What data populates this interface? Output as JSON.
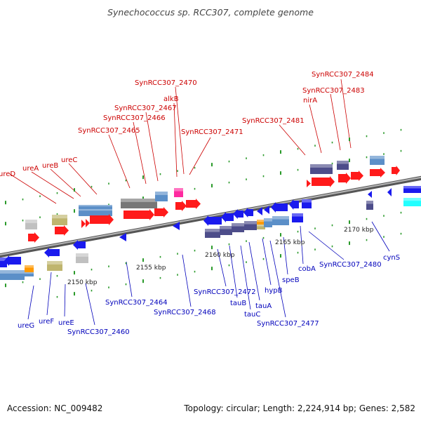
{
  "title": "Synechococcus sp. RCC307, complete genome",
  "footer": {
    "accession": "Accession: NC_009482",
    "summary": "Topology: circular; Length: 2,224,914 bp; Genes: 2,582"
  },
  "colors": {
    "red_label": "#cc0000",
    "blue_label": "#0000bb",
    "red_gene": "#ff1a1a",
    "blue_gene": "#1a1aee",
    "steel_gene": "#5b8fc8",
    "slate_gene": "#4d4d8a",
    "gray_gene": "#777777",
    "light_gray_gene": "#c0c0c0",
    "khaki_gene": "#bfb56e",
    "magenta_gene": "#ff2aa0",
    "cyan_gene": "#22ffff",
    "orange_gene": "#ff9900",
    "backbone": "#7a7a7a",
    "tick_green": "#2a9a2a"
  },
  "kbp_labels": [
    "2150 kbp",
    "2155 kbp",
    "2160 kbp",
    "2165 kbp",
    "2170 kbp"
  ],
  "red_labels": [
    "ureD",
    "ureA",
    "ureB",
    "ureC",
    "SynRCC307_2465",
    "SynRCC307_2466",
    "SynRCC307_2467",
    "alkB",
    "SynRCC307_2470",
    "SynRCC307_2471",
    "SynRCC307_2481",
    "nirA",
    "SynRCC307_2483",
    "SynRCC307_2484"
  ],
  "blue_labels": [
    "ureG",
    "ureF",
    "ureE",
    "SynRCC307_2460",
    "SynRCC307_2464",
    "SynRCC307_2468",
    "SynRCC307_2472",
    "tauB",
    "tauC",
    "tauA",
    "hypB",
    "SynRCC307_2477",
    "speB",
    "cobA",
    "SynRCC307_2480",
    "cynS"
  ]
}
